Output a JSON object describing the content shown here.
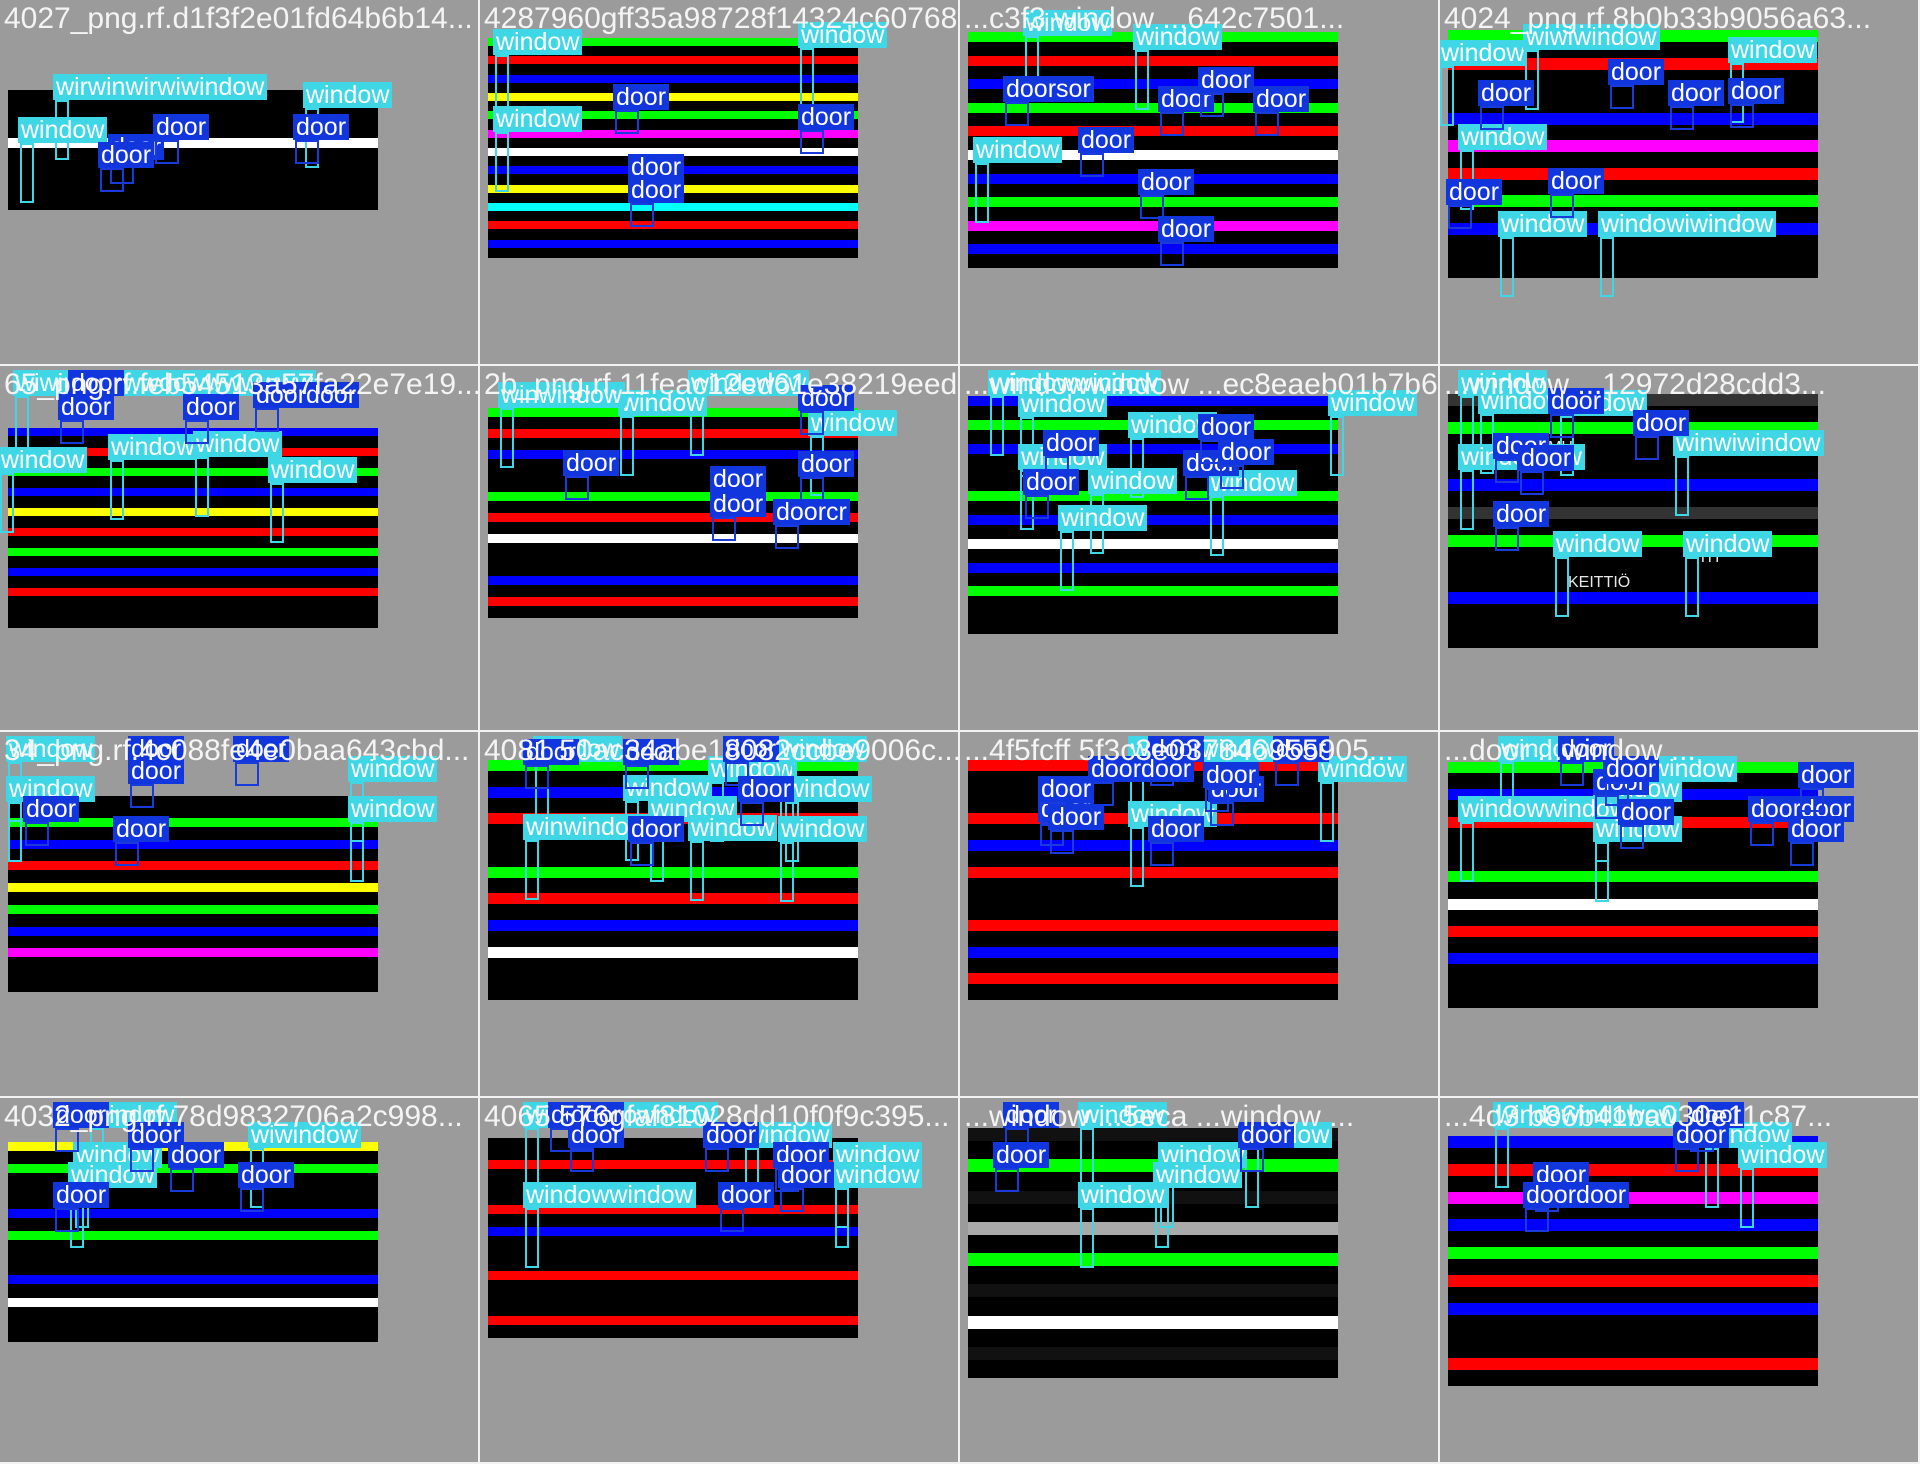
{
  "colors": {
    "door_label_bg": "#1236dd",
    "window_label_bg": "#3fd6e6",
    "label_text": "#ffffff",
    "tile_bg": "#9b9b9b",
    "divider": "#f2f2f2"
  },
  "tiles": [
    {
      "title": "4027_png.rf.d1f3f2e01fd64b6b14...",
      "stripes": [
        "#000000",
        "#000000",
        "#ffffff",
        "#000000",
        "#000000"
      ],
      "labels": [
        {
          "cls": "window",
          "text": "wirwinwirwiwindow"
        },
        {
          "cls": "window",
          "text": "window"
        },
        {
          "cls": "window",
          "text": "window"
        },
        {
          "cls": "door",
          "text": "door"
        },
        {
          "cls": "door",
          "text": "door"
        },
        {
          "cls": "door",
          "text": "door"
        },
        {
          "cls": "door",
          "text": "door"
        }
      ]
    },
    {
      "title": "4287960gff35a98728f14324c607689e...",
      "stripes": [
        "#00ff00",
        "#ff0000",
        "#0000ff",
        "#ffff00",
        "#00ff00",
        "#ff00ff",
        "#ffffff",
        "#0000ff",
        "#ffff00",
        "#00ffff",
        "#ff0000",
        "#0000ff"
      ],
      "labels": [
        {
          "cls": "window",
          "text": "window"
        },
        {
          "cls": "window",
          "text": "window"
        },
        {
          "cls": "window",
          "text": "window"
        },
        {
          "cls": "door",
          "text": "door"
        },
        {
          "cls": "door",
          "text": "door"
        },
        {
          "cls": "door",
          "text": "door"
        },
        {
          "cls": "door",
          "text": "door"
        }
      ]
    },
    {
      "title": "...c3f3 window ...642c7501...",
      "stripes": [
        "#00ff00",
        "#ff0000",
        "#0000ff",
        "#00ff00",
        "#ff0000",
        "#ffffff",
        "#0000ff",
        "#00ff00",
        "#ff00ff",
        "#0000ff"
      ],
      "labels": [
        {
          "cls": "window",
          "text": "window"
        },
        {
          "cls": "window",
          "text": "window"
        },
        {
          "cls": "window",
          "text": "window"
        },
        {
          "cls": "door",
          "text": "door"
        },
        {
          "cls": "door",
          "text": "door"
        },
        {
          "cls": "door",
          "text": "door"
        },
        {
          "cls": "door",
          "text": "door"
        },
        {
          "cls": "door",
          "text": "door"
        },
        {
          "cls": "door",
          "text": "door"
        },
        {
          "cls": "door",
          "text": "doorsor"
        }
      ]
    },
    {
      "title": "4024_png.rf.8b0b33b9056a63...",
      "stripes": [
        "#00ff00",
        "#ff0000",
        "#000000",
        "#0000ff",
        "#ff00ff",
        "#ff0000",
        "#00ff00",
        "#0000ff",
        "#000000"
      ],
      "labels": [
        {
          "cls": "window",
          "text": "window"
        },
        {
          "cls": "window",
          "text": "wiwiwindow"
        },
        {
          "cls": "window",
          "text": "window"
        },
        {
          "cls": "window",
          "text": "window"
        },
        {
          "cls": "window",
          "text": "window"
        },
        {
          "cls": "window",
          "text": "windowiwindow"
        },
        {
          "cls": "door",
          "text": "door"
        },
        {
          "cls": "door",
          "text": "door"
        },
        {
          "cls": "door",
          "text": "door"
        },
        {
          "cls": "door",
          "text": "door"
        },
        {
          "cls": "door",
          "text": "door"
        },
        {
          "cls": "door",
          "text": "door"
        }
      ]
    },
    {
      "title": "65_png.rf.feb54513a57fa22e7e19...",
      "stripes": [
        "#0000ff",
        "#ff0000",
        "#00ff00",
        "#0000ff",
        "#ffff00",
        "#ff0000",
        "#00ff00",
        "#0000ff",
        "#ff0000",
        "#000000"
      ],
      "labels": [
        {
          "cls": "window",
          "text": "wiwindowwwdowwwwwww"
        },
        {
          "cls": "window",
          "text": "window"
        },
        {
          "cls": "window",
          "text": "window"
        },
        {
          "cls": "window",
          "text": "window"
        },
        {
          "cls": "window",
          "text": "window"
        },
        {
          "cls": "door",
          "text": "door"
        },
        {
          "cls": "door",
          "text": "door"
        },
        {
          "cls": "door",
          "text": "door"
        },
        {
          "cls": "door",
          "text": "doordoor"
        }
      ]
    },
    {
      "title": "2b_png.rf.11feac12ed61e38219eed...",
      "stripes": [
        "#00ff00",
        "#ff0000",
        "#0000ff",
        "#000000",
        "#00ff00",
        "#ff0000",
        "#ffffff",
        "#000000",
        "#0000ff",
        "#ff0000"
      ],
      "labels": [
        {
          "cls": "window",
          "text": "windowow"
        },
        {
          "cls": "window",
          "text": "window"
        },
        {
          "cls": "window",
          "text": "window"
        },
        {
          "cls": "window",
          "text": "winwindow"
        },
        {
          "cls": "door",
          "text": "door"
        },
        {
          "cls": "door",
          "text": "door"
        },
        {
          "cls": "door",
          "text": "door"
        },
        {
          "cls": "door",
          "text": "door"
        },
        {
          "cls": "door",
          "text": "door"
        },
        {
          "cls": "door",
          "text": "doorcr"
        }
      ]
    },
    {
      "title": "...windowwindow ...ec8eaeb01b7b6...",
      "stripes": [
        "#0000ff",
        "#00ff00",
        "#0000ff",
        "#000000",
        "#00ff00",
        "#0000ff",
        "#ffffff",
        "#0000ff",
        "#00ff00",
        "#000000"
      ],
      "labels": [
        {
          "cls": "window",
          "text": "windowwindow"
        },
        {
          "cls": "window",
          "text": "window"
        },
        {
          "cls": "window",
          "text": "window"
        },
        {
          "cls": "window",
          "text": "window"
        },
        {
          "cls": "window",
          "text": "window"
        },
        {
          "cls": "window",
          "text": "window"
        },
        {
          "cls": "window",
          "text": "window"
        },
        {
          "cls": "window",
          "text": "window"
        },
        {
          "cls": "door",
          "text": "door"
        },
        {
          "cls": "door",
          "text": "door"
        },
        {
          "cls": "door",
          "text": "door"
        },
        {
          "cls": "door",
          "text": "door"
        },
        {
          "cls": "door",
          "text": "door"
        }
      ]
    },
    {
      "title": "...window ...12972d28cdd3...",
      "stripes": [
        "#333333",
        "#00ff00",
        "#000000",
        "#0000ff",
        "#333333",
        "#00ff00",
        "#000000",
        "#0000ff",
        "#000000"
      ],
      "labels": [
        {
          "cls": "window",
          "text": "window"
        },
        {
          "cls": "window",
          "text": "window"
        },
        {
          "cls": "window",
          "text": "window"
        },
        {
          "cls": "window",
          "text": "winwiwindow"
        },
        {
          "cls": "window",
          "text": "window"
        },
        {
          "cls": "window",
          "text": "window"
        },
        {
          "cls": "window",
          "text": "windowlow"
        },
        {
          "cls": "door",
          "text": "door"
        },
        {
          "cls": "door",
          "text": "door"
        },
        {
          "cls": "door",
          "text": "door"
        },
        {
          "cls": "door",
          "text": "door"
        },
        {
          "cls": "door",
          "text": "door"
        }
      ],
      "room_labels": [
        "MH",
        "KEITTIÖ",
        "TH"
      ]
    },
    {
      "title": "34_png.rf.4c088fe4e0baa643cbd...",
      "stripes": [
        "#000000",
        "#00ff00",
        "#0000ff",
        "#ff0000",
        "#ffff00",
        "#00ff00",
        "#0000ff",
        "#ff00ff",
        "#000000"
      ],
      "labels": [
        {
          "cls": "window",
          "text": "window"
        },
        {
          "cls": "window",
          "text": "window"
        },
        {
          "cls": "window",
          "text": "window"
        },
        {
          "cls": "window",
          "text": "window"
        },
        {
          "cls": "door",
          "text": "door"
        },
        {
          "cls": "door",
          "text": "door"
        },
        {
          "cls": "door",
          "text": "door"
        },
        {
          "cls": "door",
          "text": "door"
        },
        {
          "cls": "door",
          "text": "door"
        }
      ]
    },
    {
      "title": "4081 50ac34abe18082ccbe9006c...",
      "stripes": [
        "#00ff00",
        "#0000ff",
        "#ff0000",
        "#000000",
        "#00ff00",
        "#ff0000",
        "#0000ff",
        "#ffffff",
        "#000000"
      ],
      "labels": [
        {
          "cls": "window",
          "text": "window"
        },
        {
          "cls": "window",
          "text": "window"
        },
        {
          "cls": "window",
          "text": "window"
        },
        {
          "cls": "window",
          "text": "window"
        },
        {
          "cls": "window",
          "text": "window"
        },
        {
          "cls": "window",
          "text": "window"
        },
        {
          "cls": "window",
          "text": "window"
        },
        {
          "cls": "window",
          "text": "winwindow"
        },
        {
          "cls": "window",
          "text": "window"
        },
        {
          "cls": "door",
          "text": "door"
        },
        {
          "cls": "door",
          "text": "door"
        },
        {
          "cls": "door",
          "text": "door"
        },
        {
          "cls": "door",
          "text": "door"
        },
        {
          "cls": "door",
          "text": "door"
        }
      ]
    },
    {
      "title": "...4f5fcff 5f3c3e037846955905...",
      "stripes": [
        "#ff0000",
        "#000000",
        "#ff0000",
        "#0000ff",
        "#ff0000",
        "#000000",
        "#ff0000",
        "#0000ff",
        "#ff0000"
      ],
      "labels": [
        {
          "cls": "window",
          "text": "winwirwindow"
        },
        {
          "cls": "window",
          "text": "window"
        },
        {
          "cls": "window",
          "text": "window"
        },
        {
          "cls": "door",
          "text": "door"
        },
        {
          "cls": "door",
          "text": "door"
        },
        {
          "cls": "door",
          "text": "door"
        },
        {
          "cls": "door",
          "text": "doordoor"
        },
        {
          "cls": "door",
          "text": "door"
        },
        {
          "cls": "door",
          "text": "door"
        },
        {
          "cls": "door",
          "text": "door"
        },
        {
          "cls": "door",
          "text": "door"
        },
        {
          "cls": "door",
          "text": "door"
        }
      ]
    },
    {
      "title": "...door ...window ...",
      "stripes": [
        "#00ff00",
        "#0000ff",
        "#ff0000",
        "#000000",
        "#00ff00",
        "#ffffff",
        "#ff0000",
        "#0000ff",
        "#000000"
      ],
      "labels": [
        {
          "cls": "window",
          "text": "window"
        },
        {
          "cls": "window",
          "text": "window"
        },
        {
          "cls": "window",
          "text": "window"
        },
        {
          "cls": "window",
          "text": "windowwindow"
        },
        {
          "cls": "window",
          "text": "window"
        },
        {
          "cls": "door",
          "text": "door"
        },
        {
          "cls": "door",
          "text": "door"
        },
        {
          "cls": "door",
          "text": "door"
        },
        {
          "cls": "door",
          "text": "doordoor"
        },
        {
          "cls": "door",
          "text": "door"
        },
        {
          "cls": "door",
          "text": "door"
        },
        {
          "cls": "door",
          "text": "door"
        }
      ]
    },
    {
      "title": "4032_png.rf.78d9832706a2c998...",
      "stripes": [
        "#ffff00",
        "#00ff00",
        "#000000",
        "#0000ff",
        "#00ff00",
        "#000000",
        "#0000ff",
        "#ffffff",
        "#000000"
      ],
      "labels": [
        {
          "cls": "window",
          "text": "window"
        },
        {
          "cls": "window",
          "text": "wiwindow"
        },
        {
          "cls": "window",
          "text": "window"
        },
        {
          "cls": "window",
          "text": "window"
        },
        {
          "cls": "door",
          "text": "door"
        },
        {
          "cls": "door",
          "text": "door"
        },
        {
          "cls": "door",
          "text": "door"
        },
        {
          "cls": "door",
          "text": "door"
        },
        {
          "cls": "door",
          "text": "door"
        }
      ]
    },
    {
      "title": "4065 576gfaf81028dd10f0f9c395...",
      "stripes": [
        "#000000",
        "#ff0000",
        "#000000",
        "#ff0000",
        "#0000ff",
        "#000000",
        "#ff0000",
        "#000000",
        "#ff0000"
      ],
      "labels": [
        {
          "cls": "window",
          "text": "windowdowndow"
        },
        {
          "cls": "window",
          "text": "window"
        },
        {
          "cls": "window",
          "text": "window"
        },
        {
          "cls": "window",
          "text": "window"
        },
        {
          "cls": "window",
          "text": "windowwindow"
        },
        {
          "cls": "door",
          "text": "door"
        },
        {
          "cls": "door",
          "text": "door"
        },
        {
          "cls": "door",
          "text": "door"
        },
        {
          "cls": "door",
          "text": "door"
        },
        {
          "cls": "door",
          "text": "door"
        },
        {
          "cls": "door",
          "text": "door"
        },
        {
          "cls": "door",
          "text": "door"
        }
      ]
    },
    {
      "title": "...window ...5eca ...window ...",
      "stripes": [
        "#111111",
        "#00ff00",
        "#111111",
        "#aaaaaa",
        "#00ff00",
        "#111111",
        "#ffffff",
        "#111111"
      ],
      "labels": [
        {
          "cls": "window",
          "text": "window"
        },
        {
          "cls": "window",
          "text": "window"
        },
        {
          "cls": "window",
          "text": "window"
        },
        {
          "cls": "window",
          "text": "window"
        },
        {
          "cls": "window",
          "text": "window"
        },
        {
          "cls": "door",
          "text": "door"
        },
        {
          "cls": "door",
          "text": "door"
        },
        {
          "cls": "door",
          "text": "door"
        }
      ]
    },
    {
      "title": "...4d3 b86b41ba030e11c87...",
      "stripes": [
        "#0000ff",
        "#ff0000",
        "#ff00ff",
        "#0000ff",
        "#00ff00",
        "#ff0000",
        "#0000ff",
        "#000000",
        "#ff0000"
      ],
      "labels": [
        {
          "cls": "window",
          "text": "windowindowow"
        },
        {
          "cls": "window",
          "text": "window"
        },
        {
          "cls": "window",
          "text": "window"
        },
        {
          "cls": "door",
          "text": "door"
        },
        {
          "cls": "door",
          "text": "doordoor"
        },
        {
          "cls": "door",
          "text": "door"
        },
        {
          "cls": "door",
          "text": "door"
        }
      ]
    }
  ]
}
